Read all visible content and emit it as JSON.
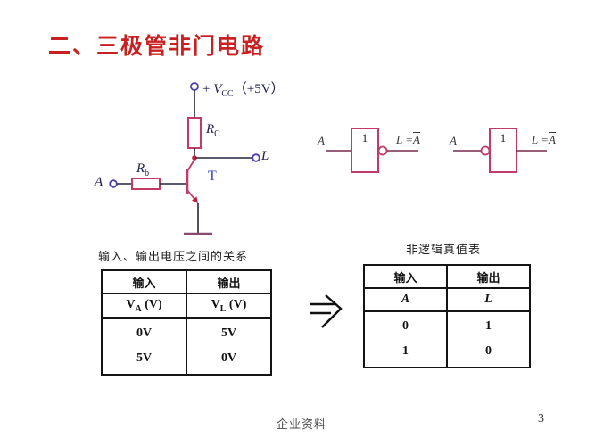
{
  "slide": {
    "title": "二、三极管非门电路",
    "footer_text": "企业资料",
    "page_number": "3"
  },
  "circuit": {
    "vcc_plus": "+",
    "vcc_var": "V",
    "vcc_sub": "CC",
    "vcc_value": "（+5V）",
    "rc_var": "R",
    "rc_sub": "C",
    "rb_var": "R",
    "rb_sub": "b",
    "input_terminal": "A",
    "output_terminal": "L",
    "transistor": "T"
  },
  "gates": {
    "left_gate": {
      "symbol": "1",
      "input": "A",
      "output_eq": "L =",
      "output_var": "A"
    },
    "right_gate": {
      "symbol": "1",
      "input": "A",
      "output_eq": "L =",
      "output_var": "A"
    }
  },
  "voltage_table": {
    "title": "输入、输出电压之间的关系",
    "headers": [
      "输入",
      "输出"
    ],
    "var_in": "V",
    "var_in_sub": "A",
    "var_in_unit": "(V)",
    "var_out": "V",
    "var_out_sub": "L",
    "var_out_unit": "(V)",
    "rows": [
      [
        "0V",
        "5V"
      ],
      [
        "5V",
        "0V"
      ]
    ]
  },
  "truth_table": {
    "title": "非逻辑真值表",
    "headers": [
      "输入",
      "输出"
    ],
    "vars": [
      "A",
      "L"
    ],
    "rows": [
      [
        "0",
        "1"
      ],
      [
        "1",
        "0"
      ]
    ]
  },
  "colors": {
    "title_red": "#c92121",
    "component_magenta": "#c23a66",
    "wire_navy": "#23233f",
    "terminal_purple": "#4a3fae",
    "node_red": "#c41f3a"
  }
}
